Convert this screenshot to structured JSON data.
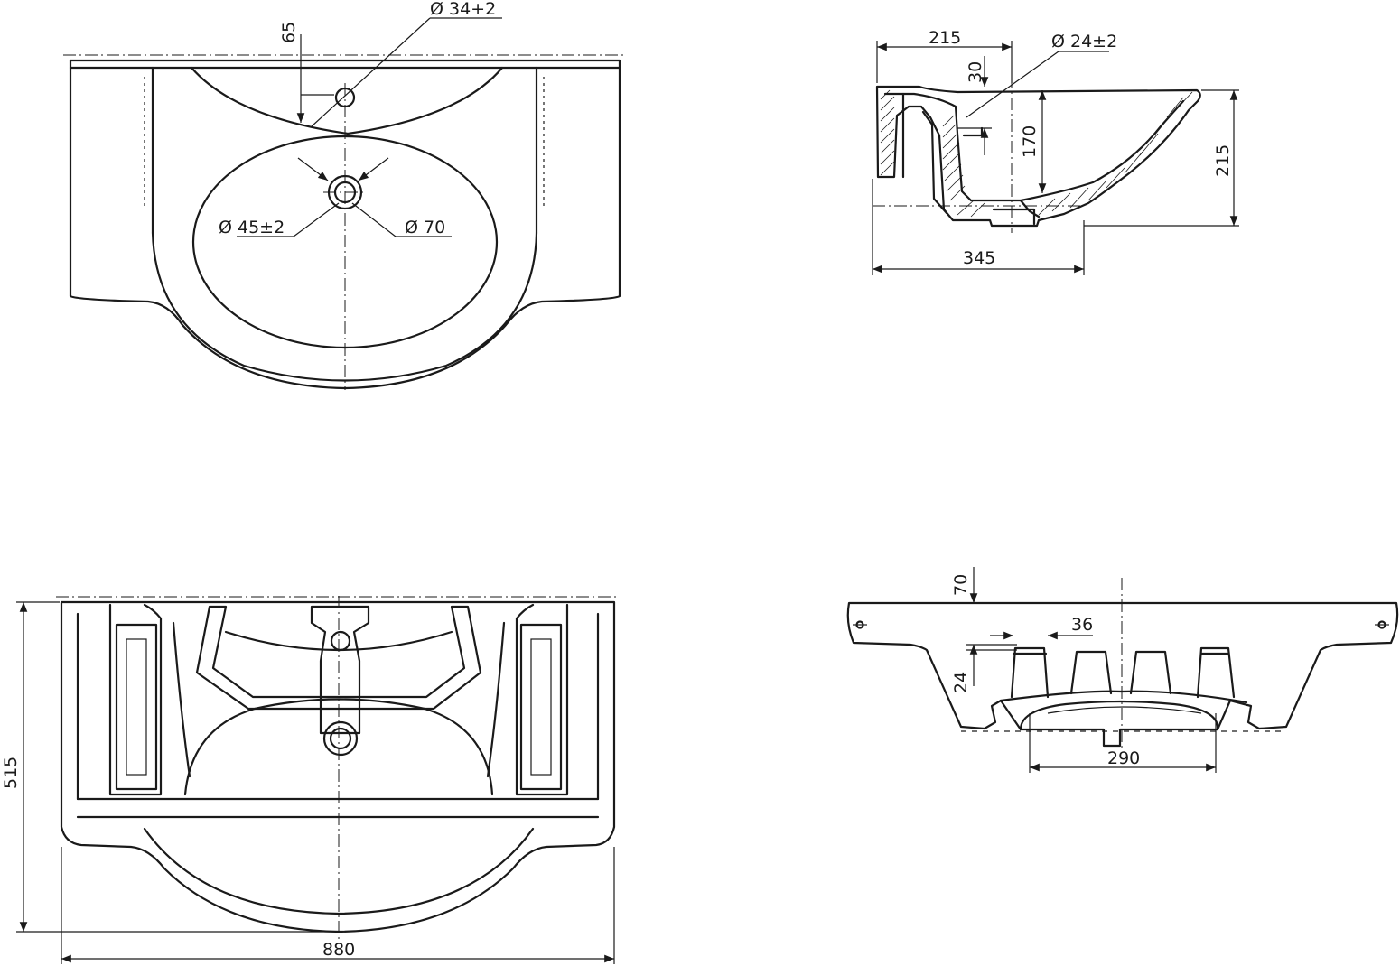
{
  "drawing": {
    "top_view": {
      "tap_hole_offset": "65",
      "tap_hole_diameter": "Ø  34+2",
      "drain_diameter": "Ø  45±2",
      "drain_outer_diameter": "Ø  70"
    },
    "side_section": {
      "depth_rear": "215",
      "overflow_diameter": "Ø  24±2",
      "overflow_offset": "30",
      "basin_depth": "170",
      "total_height": "215",
      "drain_position": "345"
    },
    "bottom_view": {
      "overall_depth": "515",
      "overall_width": "880"
    },
    "rear_view": {
      "top_offset": "70",
      "foot_width": "36",
      "foot_height": "24",
      "drain_spacing": "290"
    }
  }
}
